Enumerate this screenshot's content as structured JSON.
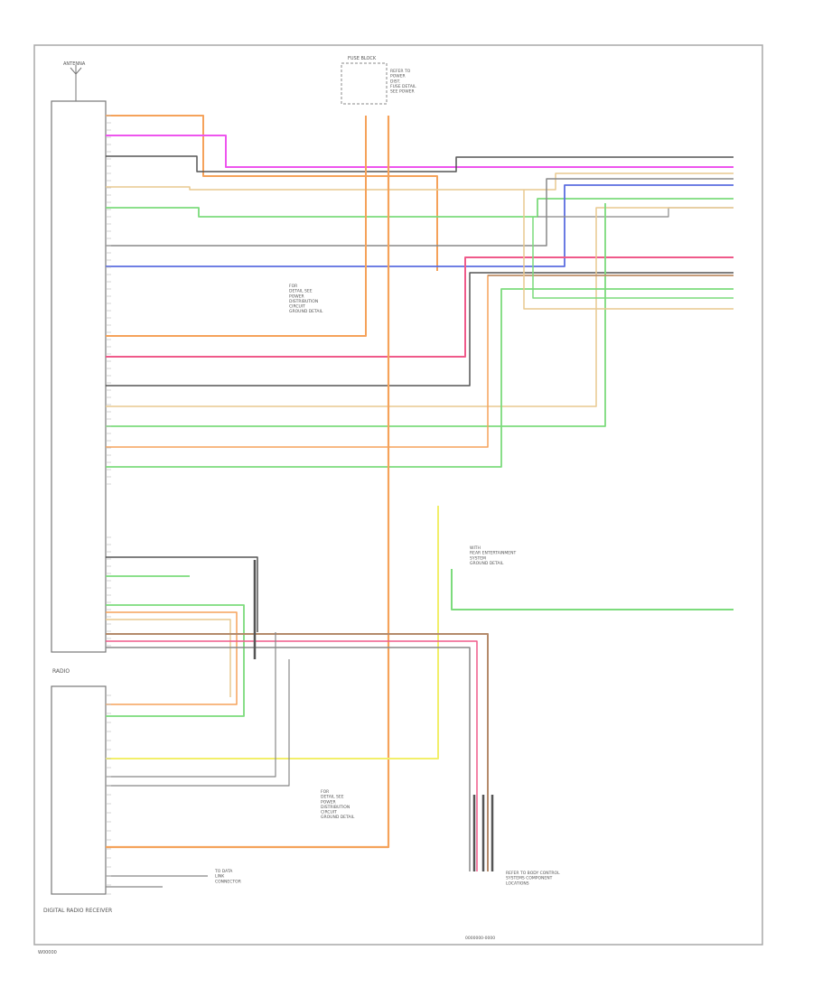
{
  "diagram": {
    "radio_label": "RADIO",
    "amp_label": "DIGITAL RADIO RECEIVER",
    "antenna_label": "ANTENNA",
    "fuse_box_label": "FUSE BLOCK",
    "footer_code": "W00000",
    "page_code": "0000000-0000",
    "notes": {
      "top_right": "REFER TO\nPOWER\nDIST.\nFUSE DETAIL\nSEE POWER",
      "middle_left": "FOR\nDETAIL SEE\nPOWER\nDISTRIBUTION\nCIRCUIT\nGROUND DETAIL",
      "middle_right": "WITH\nREAR ENTERTAINMENT\nSYSTEM\nGROUND DETAIL",
      "bottom_left": "FOR\nDETAIL SEE\nPOWER\nDISTRIBUTION\nCIRCUIT\nGROUND DETAIL",
      "bottom_right": "REFER TO BODY CONTROL\nSYSTEMS COMPONENT\nLOCATIONS",
      "bottom_mid": "TO DATA\nLINK\nCONNECTOR"
    },
    "colors": {
      "orange": "#f5a25a",
      "magenta": "#ee55ee",
      "gray": "#888888",
      "tan": "#e9c98f",
      "green": "#7cdb7c",
      "darkgray": "#555555",
      "blue": "#5b6de0",
      "pink": "#ef5a8a",
      "yellow": "#f2ef6a",
      "brown": "#b48a6a",
      "frame": "#999999"
    }
  }
}
